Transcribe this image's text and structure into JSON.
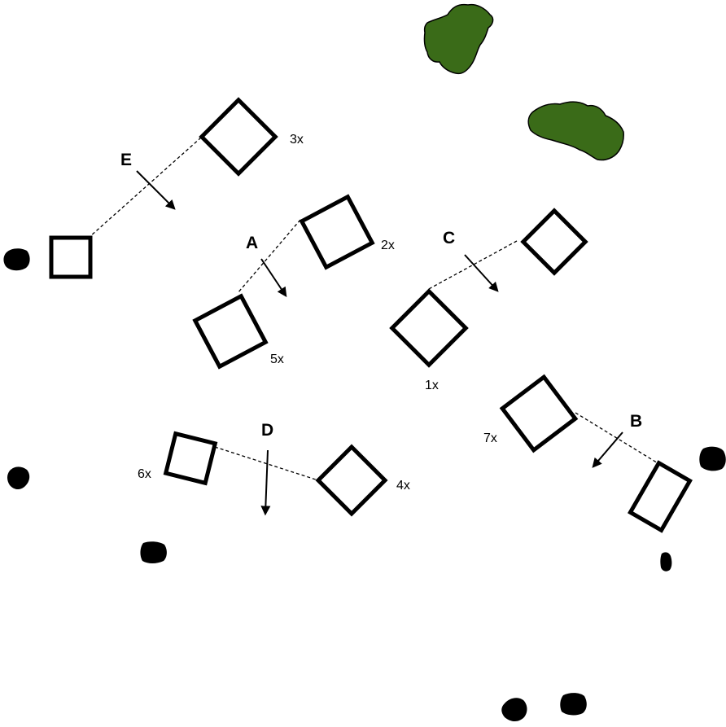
{
  "colors": {
    "ink": "#000000",
    "foliage": "#3a6b18",
    "background": "#ffffff"
  },
  "markers": [
    {
      "id": "A",
      "label": "A"
    },
    {
      "id": "B",
      "label": "B"
    },
    {
      "id": "C",
      "label": "C"
    },
    {
      "id": "D",
      "label": "D"
    },
    {
      "id": "E",
      "label": "E"
    }
  ],
  "multipliers": [
    {
      "id": "1",
      "label": "1x"
    },
    {
      "id": "2",
      "label": "2x"
    },
    {
      "id": "3",
      "label": "3x"
    },
    {
      "id": "4",
      "label": "4x"
    },
    {
      "id": "5",
      "label": "5x"
    },
    {
      "id": "6",
      "label": "6x"
    },
    {
      "id": "7",
      "label": "7x"
    }
  ]
}
